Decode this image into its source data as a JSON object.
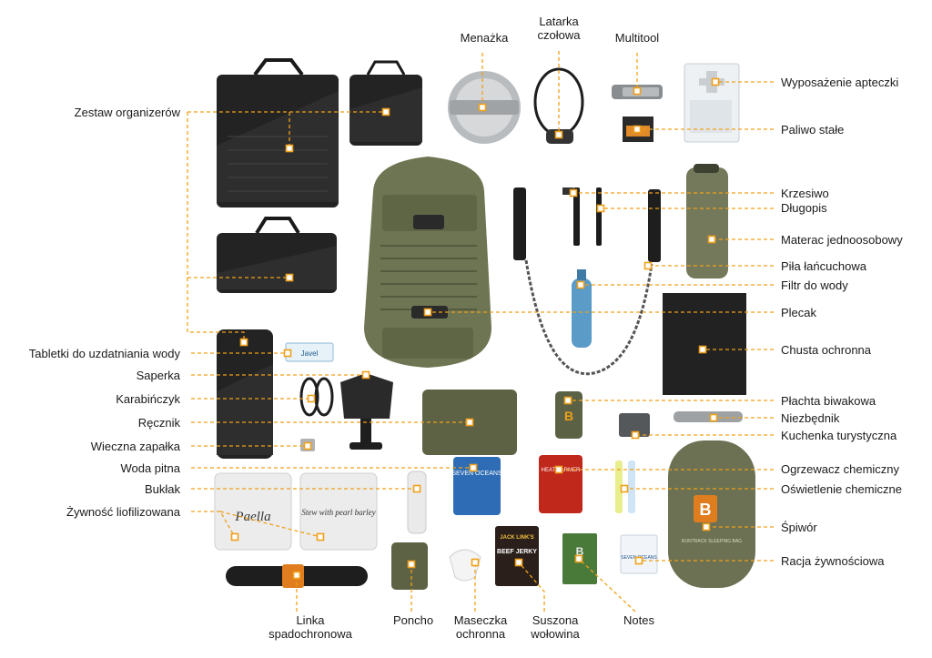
{
  "colors": {
    "accent": "#f0a019",
    "olive": "#6e7552",
    "olive_dark": "#4f5538",
    "black_gear": "#232323",
    "label_text": "#1a1a1a"
  },
  "labels_left": [
    "Zestaw organizerów",
    "Tabletki do uzdatniania wody",
    "Saperka",
    "Karabińczyk",
    "Ręcznik",
    "Wieczna zapałka",
    "Woda pitna",
    "Bukłak",
    "Żywność liofilizowana"
  ],
  "labels_top": [
    "Menażka",
    "Latarka\nczołowa",
    "Multitool"
  ],
  "labels_right": [
    "Wyposażenie apteczki",
    "Paliwo stałe",
    "Krzesiwo",
    "Długopis",
    "Materac jednoosobowy",
    "Piła łańcuchowa",
    "Filtr do wody",
    "Plecak",
    "Chusta ochronna",
    "Płachta biwakowa",
    "Niezbędnik",
    "Kuchenka turystyczna",
    "Ogrzewacz chemiczny",
    "Oświetlenie chemiczne",
    "Śpiwór",
    "Racja żywnościowa"
  ],
  "labels_bottom": [
    "Linka\nspadochronowa",
    "Poncho",
    "Maseczka\nochronna",
    "Suszona\nwołowina",
    "Notes"
  ],
  "product_text": {
    "tablets": "Javel",
    "water": "SEVEN OCEANS",
    "warmer": "HEATWARMER",
    "jerky_brand": "JACK LINK'S",
    "jerky": "BEEF JERKY",
    "ration": "SEVEN OCEANS",
    "food1": "Paella",
    "food2": "Stew with pearl barley",
    "sleeping_bag": "RUNTRACK SLEEPING BAG",
    "brand_letter": "B"
  }
}
